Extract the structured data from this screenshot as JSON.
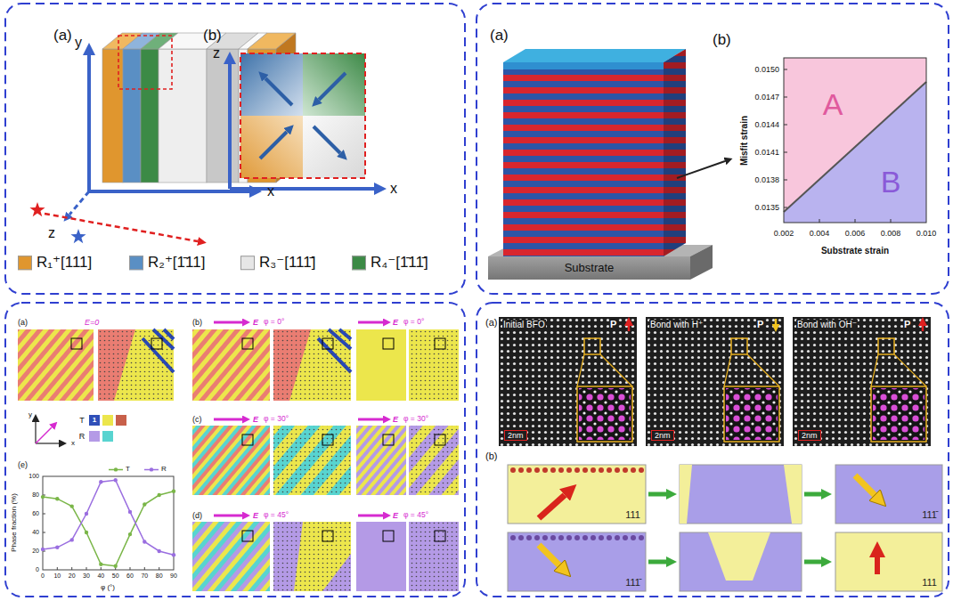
{
  "diagram": {
    "nodes": [
      {
        "text": [
          "Substrate"
        ]
      },
      {
        "text": [
          "Initial BFO",
          "P",
          "2nm"
        ]
      },
      {
        "text": [
          "Bond with H⁺",
          "P",
          "2nm"
        ]
      },
      {
        "text": [
          "Bond with OH⁻",
          "P",
          "2nm"
        ]
      },
      {
        "text": [
          "111"
        ]
      },
      {
        "text": [
          "111̄"
        ]
      },
      {
        "text": [
          "111̄"
        ]
      },
      {
        "text": [
          "111"
        ]
      }
    ],
    "labels": [
      "(a)",
      "y",
      "x",
      "z",
      "(b)",
      "z",
      "x",
      "(a)",
      "(b)",
      "0.0150",
      "0.0147",
      "0.0144",
      "0.0141",
      "0.0138",
      "0.0135",
      "0.002",
      "0.004",
      "0.006",
      "0.008",
      "0.010",
      "Misfit strain",
      "Substrate strain",
      "A",
      "B",
      "(a)",
      "E=0",
      "(b)",
      "E",
      "φ = 0°",
      "E",
      "φ = 0°",
      "(c)",
      "E",
      "φ = 30°",
      "E",
      "φ = 30°",
      "(d)",
      "E",
      "φ = 45°",
      "E",
      "φ = 45°",
      "y",
      "x",
      "T",
      "1",
      "R",
      "(e)",
      "Phase fraction (%)",
      "φ (°)",
      "0",
      "20",
      "40",
      "60",
      "80",
      "100",
      "0",
      "10",
      "20",
      "30",
      "40",
      "50",
      "60",
      "70",
      "80",
      "90",
      "(a)",
      "(b)"
    ],
    "legend": [
      {
        "text": "R₁⁺[111]",
        "color": "#e0962e"
      },
      {
        "text": "R₂⁺[1̄11]",
        "color": "#5a8fc4"
      },
      {
        "text": "R₃⁻[111̄]",
        "color": "#e6e6e6"
      },
      {
        "text": "R₄⁻[1̄11̄]",
        "color": "#3c8a46"
      },
      {
        "text": "T"
      },
      {
        "text": "R"
      }
    ]
  }
}
